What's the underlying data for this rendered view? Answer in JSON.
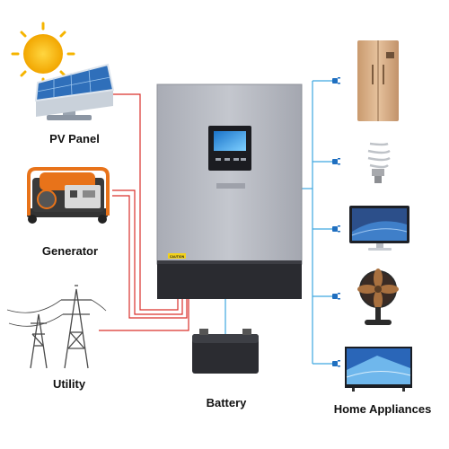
{
  "labels": {
    "pv_panel": "PV Panel",
    "generator": "Generator",
    "utility": "Utility",
    "battery": "Battery",
    "home_appliances": "Home Appliances"
  },
  "inverter": {
    "caution_text": "CAUTION"
  },
  "colors": {
    "input_wire": "#d9302b",
    "output_wire": "#3ea7e0",
    "inverter_body": "#b9bcc4",
    "inverter_base": "#2a2b30",
    "generator_frame": "#e8731a",
    "sun": "#f5b400",
    "solar_cell": "#4a90d9"
  },
  "icons": [
    "sun-icon",
    "solar-panel-icon",
    "generator-icon",
    "power-pylon-icon",
    "battery-icon",
    "refrigerator-icon",
    "light-bulb-icon",
    "monitor-icon",
    "electric-fan-icon",
    "television-icon"
  ]
}
